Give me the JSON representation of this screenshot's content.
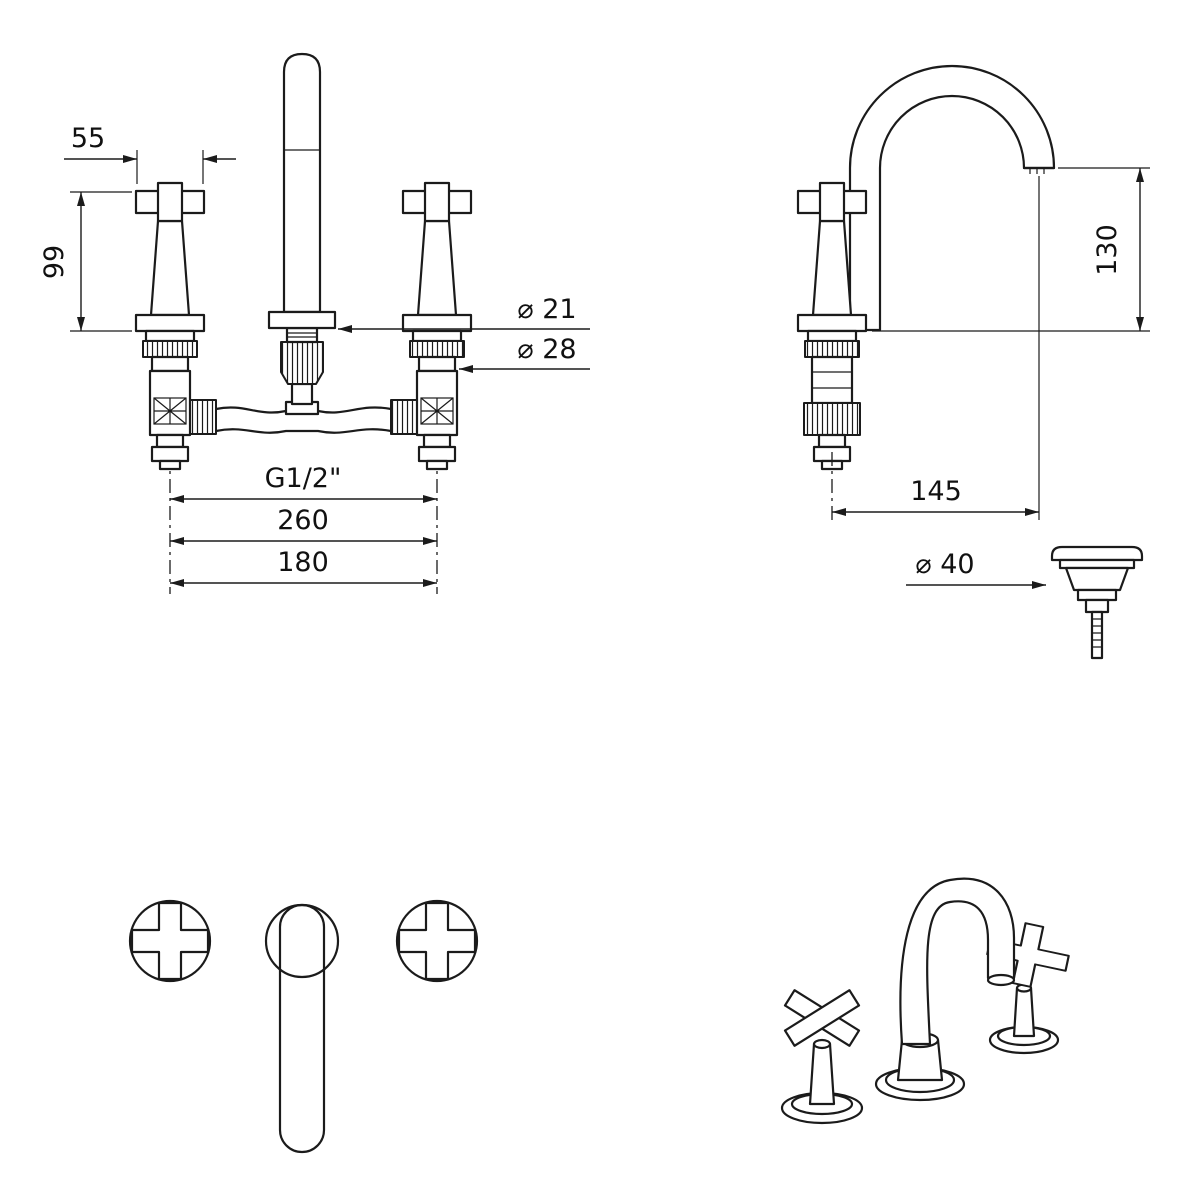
{
  "drawing": {
    "title": "three-hole basin mixer technical drawing",
    "front_view": {
      "handle_width": "55",
      "handle_height": "99",
      "spout_diameter": "⌀ 21",
      "base_diameter": "⌀ 28",
      "inlet_thread": "G1/2\"",
      "max_centres": "260",
      "min_centres": "180"
    },
    "side_view": {
      "spout_height": "130",
      "spout_reach": "145",
      "waste_diameter": "⌀ 40"
    }
  }
}
